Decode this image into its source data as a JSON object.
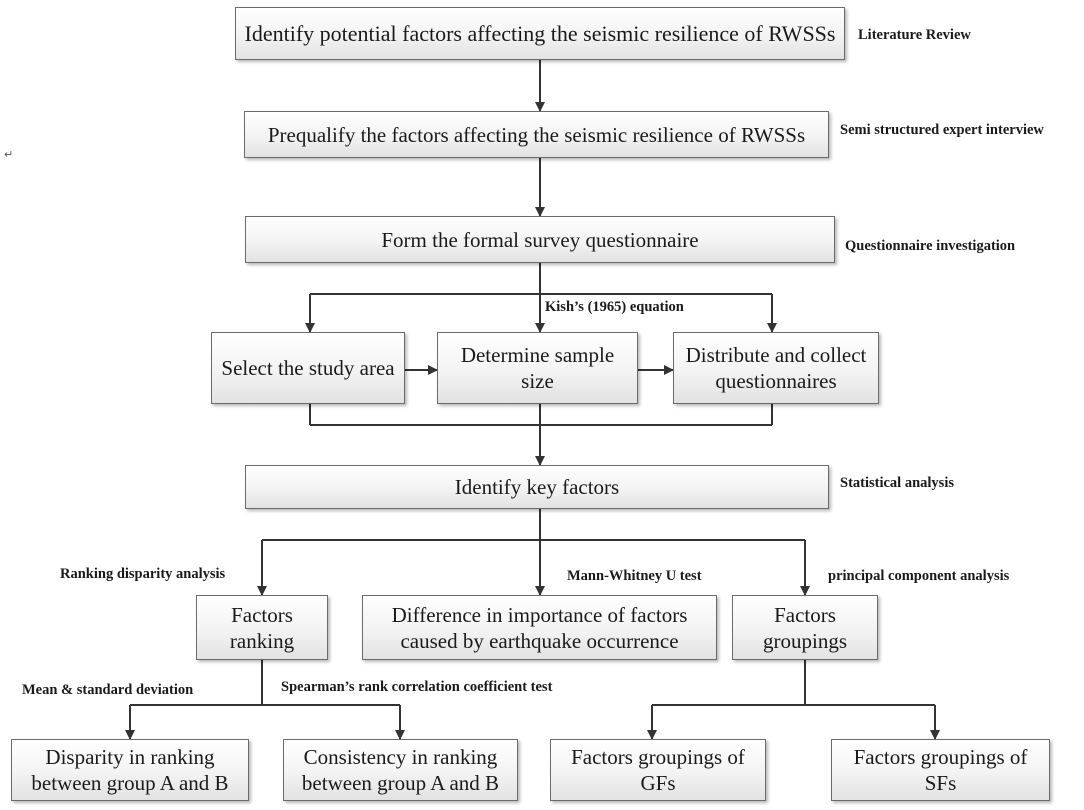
{
  "boxes": {
    "identify_potential": "Identify potential  factors affecting the seismic resilience of RWSSs",
    "prequalify": "Prequalify  the  factors affecting the seismic resilience  of  RWSSs",
    "form_questionnaire": "Form the formal survey questionnaire",
    "select_area": "Select the study area",
    "determine_sample": "Determine sample\nsize",
    "distribute_collect": "Distribute and collect\nquestionnaires",
    "identify_key": "Identify key factors",
    "factors_ranking": "Factors\nranking",
    "difference_importance": "Difference in importance of factors\ncaused by earthquake occurrence",
    "factors_groupings": "Factors\ngroupings",
    "disparity_ranking": "Disparity in ranking\nbetween group A and B",
    "consistency_ranking": "Consistency  in ranking\nbetween group A and B",
    "groupings_gfs": "Factors groupings of\nGFs",
    "groupings_sfs": "Factors groupings of\nSFs"
  },
  "notes": {
    "literature_review": "Literature Review",
    "expert_interview": "Semi structured expert interview",
    "questionnaire_investigation": "Questionnaire investigation",
    "kish_equation": "Kish’s (1965) equation",
    "statistical_analysis": "Statistical analysis",
    "ranking_disparity": "Ranking disparity analysis",
    "mann_whitney": "Mann-Whitney U test",
    "pca": "principal component analysis",
    "mean_sd": "Mean & standard deviation",
    "spearman": "Spearman’s rank correlation coefficient test"
  },
  "paragraph_mark": "↵",
  "colors": {
    "line": "#333333",
    "box_border": "#6b6b6b"
  }
}
